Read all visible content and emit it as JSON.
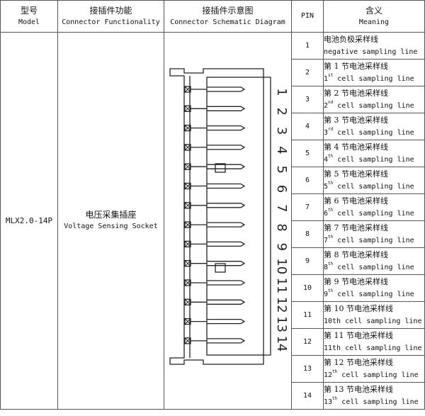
{
  "headers": {
    "model_zh": "型号",
    "model_en": "Model",
    "func_zh": "接插件功能",
    "func_en": "Connector  Functionality",
    "schem_zh": "接插件示意图",
    "schem_en": "Connector  Schematic  Diagram",
    "pin": "PIN",
    "meaning_zh": "含义",
    "meaning_en": "Meaning"
  },
  "model": "MLX2.0-14P",
  "function": {
    "zh": "电压采集插座",
    "en": "Voltage  Sensing  Socket"
  },
  "diagram_pin_labels": [
    "1",
    "2",
    "3",
    "4",
    "5",
    "6",
    "7",
    "8",
    "9",
    "10",
    "11",
    "12",
    "13",
    "14"
  ],
  "rows": [
    {
      "pin": "1",
      "zh": "电池负极采样线",
      "en": "negative sampling line",
      "sup": "",
      "en_rest": ""
    },
    {
      "pin": "2",
      "zh": "第 1 节电池采样线",
      "en": "1",
      "sup": "st",
      "en_rest": " cell sampling line"
    },
    {
      "pin": "3",
      "zh": "第 2 节电池采样线",
      "en": "2",
      "sup": "nd",
      "en_rest": " cell sampling line"
    },
    {
      "pin": "4",
      "zh": "第 3 节电池采样线",
      "en": "3",
      "sup": "rd",
      "en_rest": " cell sampling line"
    },
    {
      "pin": "5",
      "zh": "第 4 节电池采样线",
      "en": "4",
      "sup": "th",
      "en_rest": " cell sampling line"
    },
    {
      "pin": "6",
      "zh": "第 5 节电池采样线",
      "en": "5",
      "sup": "th",
      "en_rest": " cell sampling line"
    },
    {
      "pin": "7",
      "zh": "第 6 节电池采样线",
      "en": "6",
      "sup": "th",
      "en_rest": " cell sampling line"
    },
    {
      "pin": "8",
      "zh": "第 7 节电池采样线",
      "en": "7",
      "sup": "th",
      "en_rest": " cell sampling line"
    },
    {
      "pin": "9",
      "zh": "第 8 节电池采样线",
      "en": "8",
      "sup": "th",
      "en_rest": " cell sampling line"
    },
    {
      "pin": "10",
      "zh": "第 9 节电池采样线",
      "en": "9",
      "sup": "th",
      "en_rest": " cell sampling line"
    },
    {
      "pin": "11",
      "zh": "第 10 节电池采样线",
      "en": "10th cell sampling line",
      "sup": "",
      "en_rest": ""
    },
    {
      "pin": "12",
      "zh": "第 11 节电池采样线",
      "en": "11th cell sampling line",
      "sup": "",
      "en_rest": ""
    },
    {
      "pin": "13",
      "zh": "第 12 节电池采样线",
      "en": "12",
      "sup": "th",
      "en_rest": " cell sampling line"
    },
    {
      "pin": "14",
      "zh": "第 13 节电池采样线",
      "en": "13",
      "sup": "th",
      "en_rest": "  cell  sampling line"
    }
  ]
}
